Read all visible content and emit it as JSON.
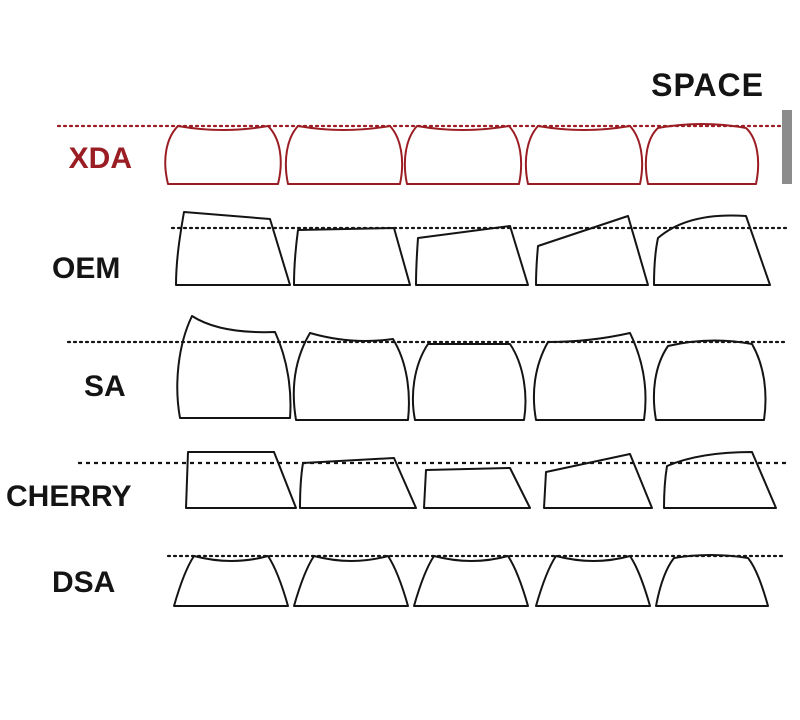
{
  "space_label": "SPACE",
  "colors": {
    "highlight": "#9b1d24",
    "ink": "#141414",
    "indicator": "#8c8c8c"
  },
  "profiles": [
    {
      "name": "XDA",
      "highlight": true
    },
    {
      "name": "OEM",
      "highlight": false
    },
    {
      "name": "SA",
      "highlight": false
    },
    {
      "name": "CHERRY",
      "highlight": false
    },
    {
      "name": "DSA",
      "highlight": false
    }
  ]
}
